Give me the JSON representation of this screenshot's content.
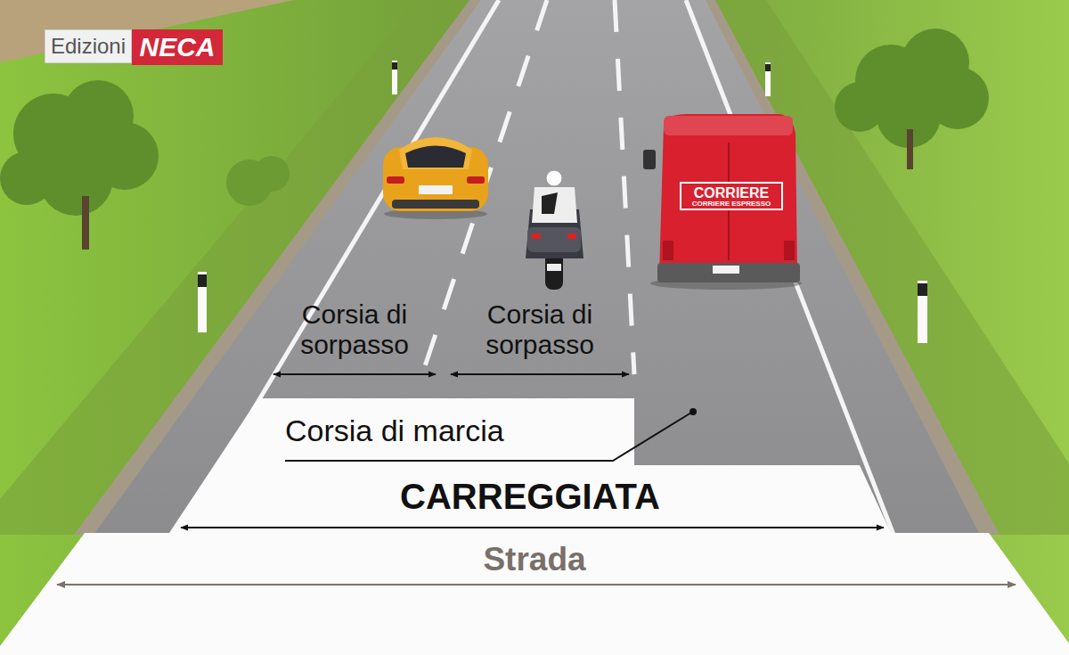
{
  "diagram": {
    "nodes": [
      {
        "text": [
          "Corsia di marcia"
        ]
      },
      {
        "text": [
          "CARREGGIATA"
        ]
      },
      {
        "text": [
          "Strada"
        ]
      }
    ],
    "labels": [
      "Edizioni",
      "NECA",
      "Corsia di sorpasso",
      "Corsia di sorpasso",
      "CORRIERE",
      "CORRIERE ESPRESSO"
    ]
  }
}
